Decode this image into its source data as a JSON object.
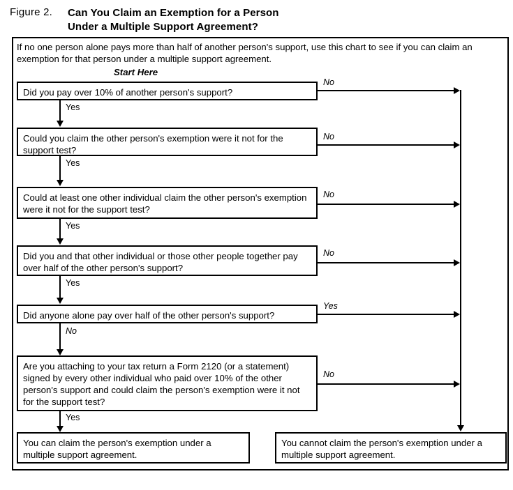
{
  "figure": {
    "label": "Figure 2.",
    "title_line_1": "Can You Claim an Exemption for a Person",
    "title_line_2": "Under a Multiple Support Agreement?"
  },
  "intro": "If no one person alone pays more than half of another person's support, use this chart to see if you can claim an exemption for that person under a multiple support agreement.",
  "start_here": "Start Here",
  "nodes": [
    {
      "id": "q1",
      "text": "Did you pay over 10% of another person's support?",
      "down_label": "Yes",
      "right_label": "No"
    },
    {
      "id": "q2",
      "text": "Could you claim the other person's exemption were it not for the support test?",
      "down_label": "Yes",
      "right_label": "No"
    },
    {
      "id": "q3",
      "text": "Could at least one other individual claim the other person's exemption were it not for the support test?",
      "down_label": "Yes",
      "right_label": "No"
    },
    {
      "id": "q4",
      "text": "Did you and that other individual or those other people together pay over half of the other person's support?",
      "down_label": "Yes",
      "right_label": "No"
    },
    {
      "id": "q5",
      "text": "Did anyone alone pay over half of the other person's support?",
      "down_label": "No",
      "right_label": "Yes"
    },
    {
      "id": "q6",
      "text": "Are you attaching to your tax return a Form 2120 (or a statement) signed by every other individual who paid over 10% of the other person's support and could claim the person's exemption were it not for the support test?",
      "down_label": "Yes",
      "right_label": "No"
    }
  ],
  "outcomes": {
    "yes": "You can claim the person's exemption under a multiple support agreement.",
    "no": "You cannot claim the person's exemption under a multiple support agreement."
  },
  "colors": {
    "ink": "#000000",
    "paper": "#ffffff"
  }
}
